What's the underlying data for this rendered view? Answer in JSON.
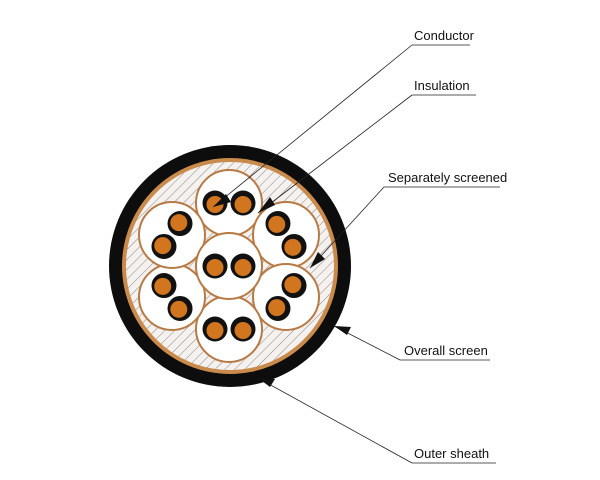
{
  "callouts": {
    "conductor": "Conductor",
    "insulation": "Insulation",
    "separately_screened": "Separately screened",
    "overall_screen": "Overall screen",
    "outer_sheath": "Outer sheath"
  },
  "colors": {
    "sheath": "#0d0d0d",
    "overall_screen": "#c98a4c",
    "filler_background": "#f4f1ee",
    "filler_hatch": "#8a8a8a",
    "pair_screen": "#b87a44",
    "insulation": "#111111",
    "conductor": "#d2751f",
    "leader_line": "#222222"
  },
  "structure": {
    "pair_count": 7,
    "cores_per_pair": 2
  }
}
